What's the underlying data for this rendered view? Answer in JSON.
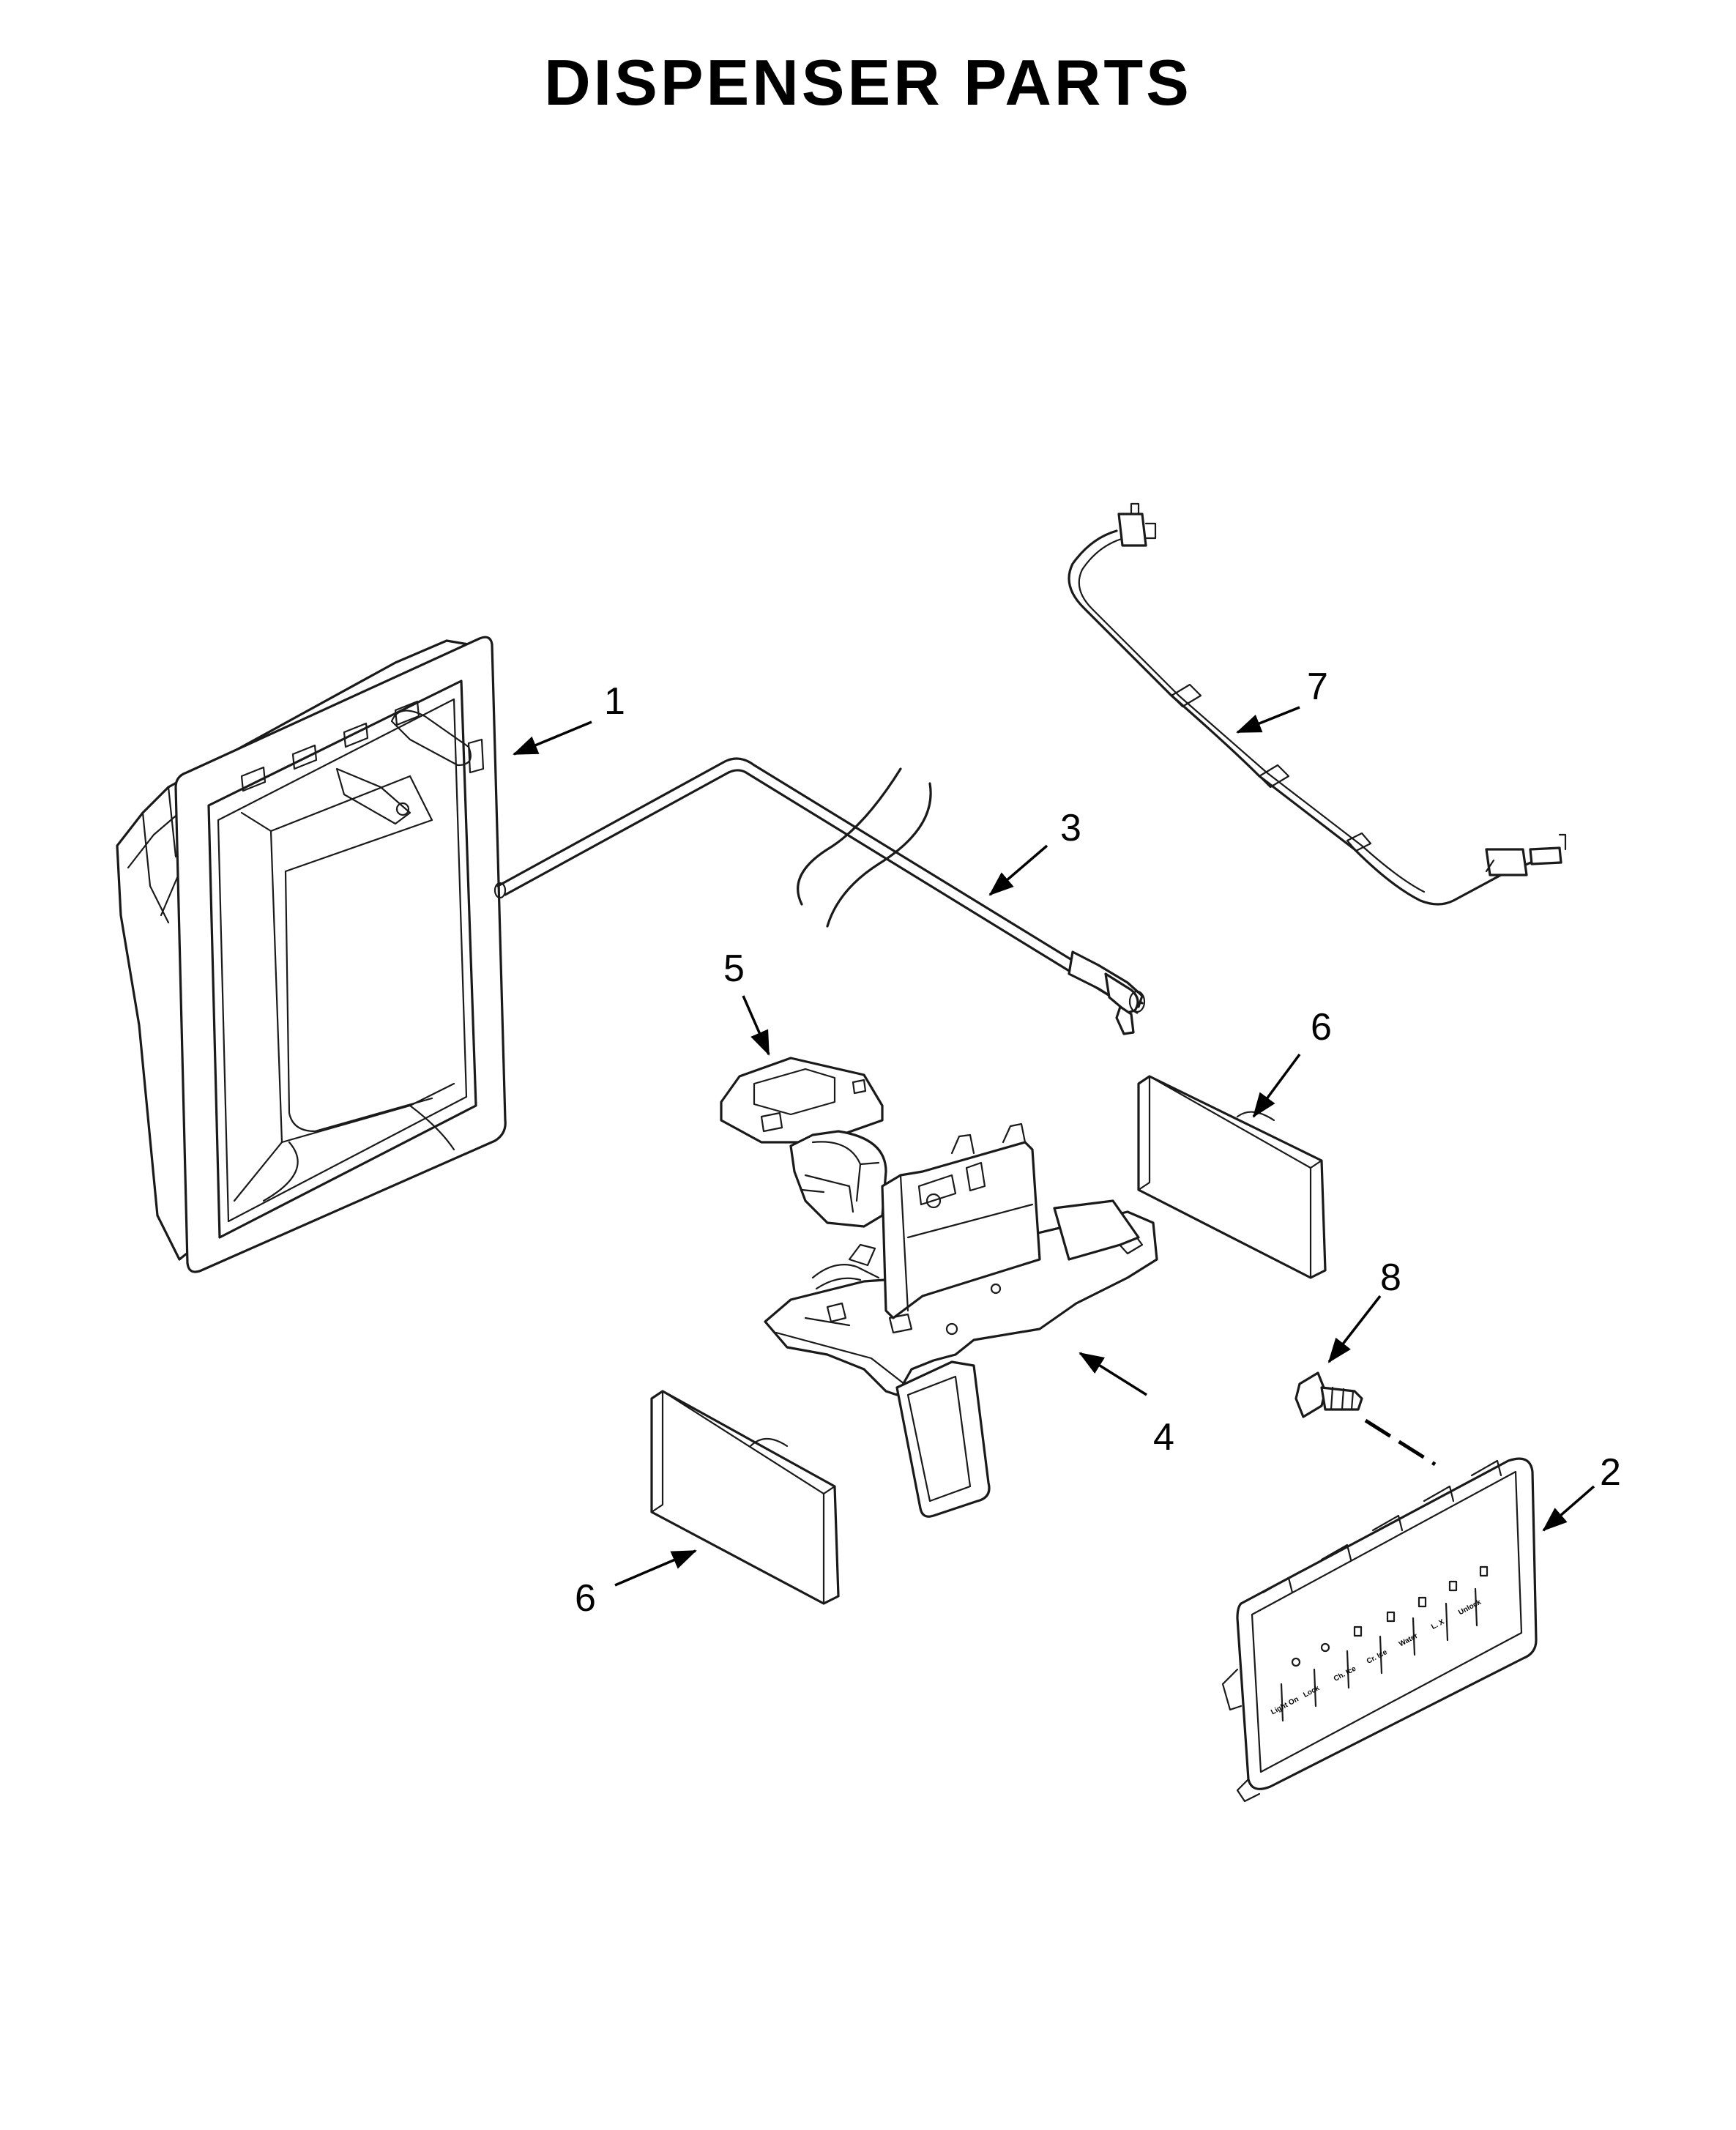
{
  "title": "DISPENSER PARTS",
  "callouts": {
    "c1": "1",
    "c2": "2",
    "c3": "3",
    "c4": "4",
    "c5": "5",
    "c6a": "6",
    "c6b": "6",
    "c7": "7",
    "c8": "8"
  },
  "panel_labels": [
    "Light On",
    "Lock",
    "Ch. Ice",
    "Cr. Ice",
    "Water",
    "L. X",
    "Unlock"
  ]
}
